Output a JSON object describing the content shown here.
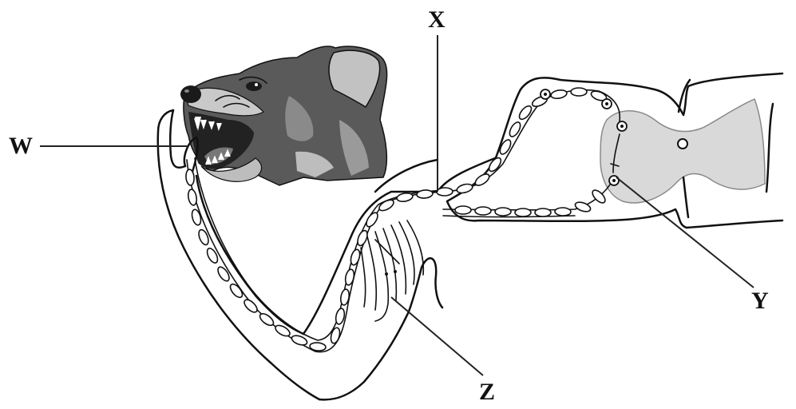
{
  "labels": {
    "w": "W",
    "x": "X",
    "y": "Y",
    "z": "Z"
  },
  "colors": {
    "outline": "#111111",
    "grey_matter": "#d9d9d9",
    "dog_dark": "#5a5a5a",
    "dog_mid": "#8a8a8a",
    "dog_light": "#bdbdbd"
  },
  "icons": {
    "dog_head": "dog-head-icon"
  }
}
